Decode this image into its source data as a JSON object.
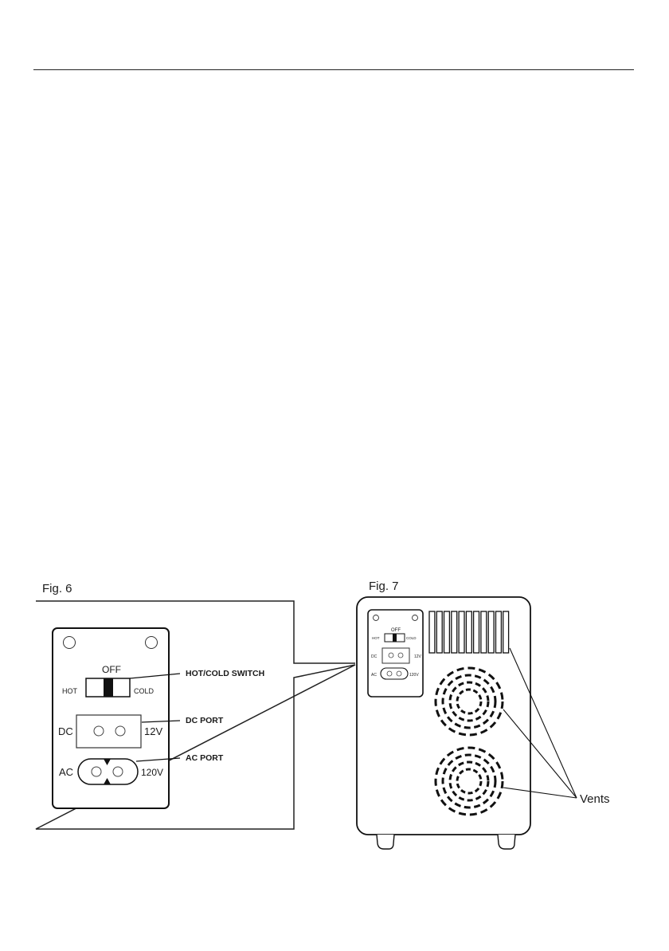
{
  "figures": {
    "fig6": {
      "label": "Fig. 6",
      "panel": {
        "switch_label": "OFF",
        "switch_left": "HOT",
        "switch_right": "COLD",
        "dc_label": "DC",
        "dc_voltage": "12V",
        "ac_label": "AC",
        "ac_voltage": "120V"
      },
      "callouts": {
        "switch": "HOT/COLD SWITCH",
        "dc_port": "DC PORT",
        "ac_port": "AC PORT"
      }
    },
    "fig7": {
      "label": "Fig. 7",
      "panel": {
        "switch_label": "OFF",
        "switch_left": "HOT",
        "switch_right": "COLD",
        "dc_label": "DC",
        "dc_voltage": "12V",
        "ac_label": "AC",
        "ac_voltage": "120V"
      },
      "vent_slot_count": 11,
      "fan_vent_count": 2,
      "fan_ring_count": 4,
      "callouts": {
        "vents": "Vents"
      }
    }
  }
}
